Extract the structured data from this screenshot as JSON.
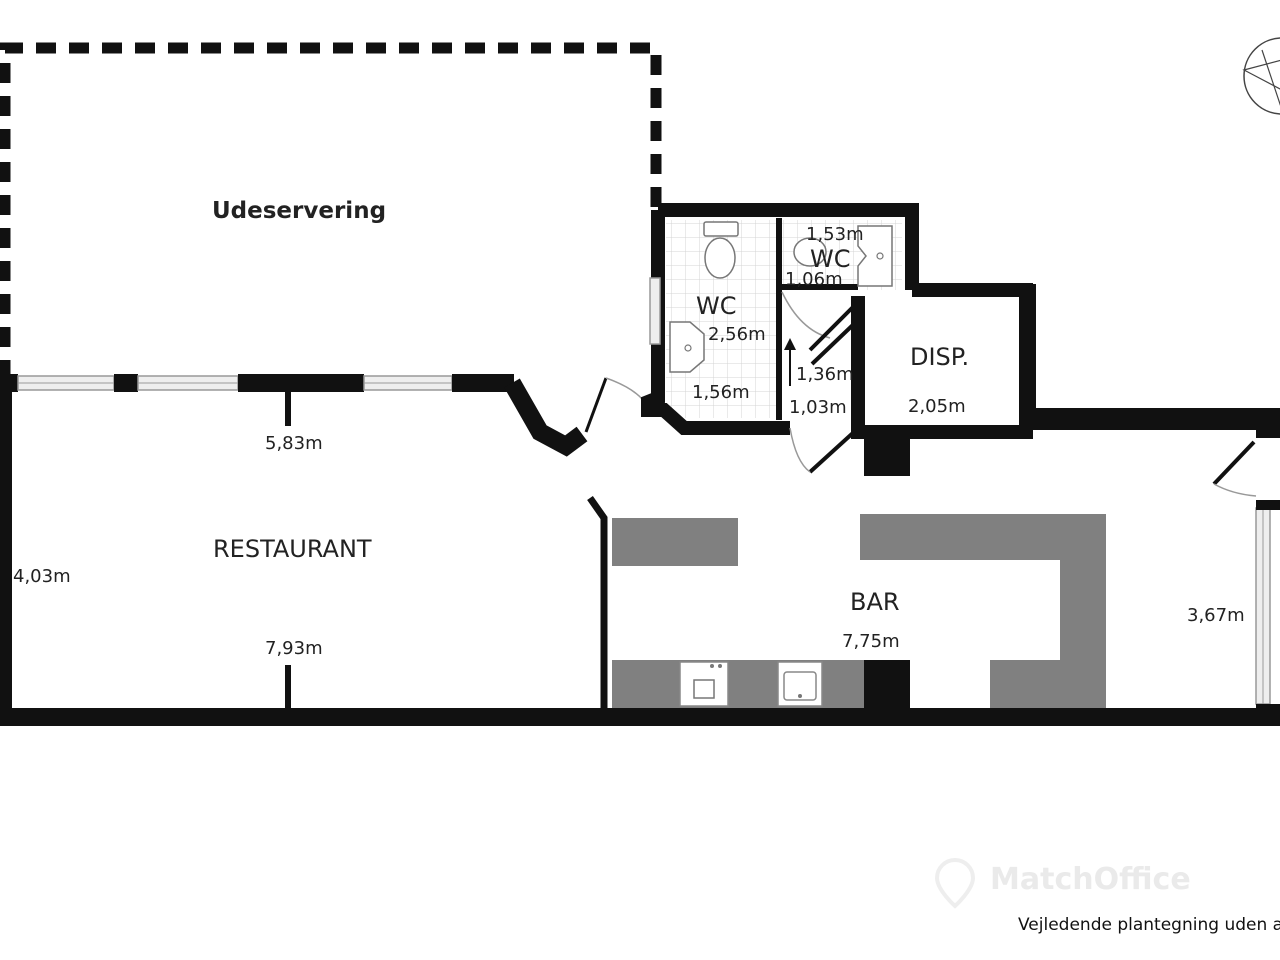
{
  "rooms": {
    "outdoor": "Udeservering",
    "restaurant": "RESTAURANT",
    "bar": "BAR",
    "wc1": "WC",
    "wc2": "WC",
    "disp": "DISP."
  },
  "dimensions": {
    "restaurant_top": "5,83m",
    "restaurant_bottom": "7,93m",
    "restaurant_side": "4,03m",
    "bar_width": "7,75m",
    "bar_side": "3,67m",
    "wc1_a": "2,56m",
    "wc1_b": "1,56m",
    "wc2_a": "1,53m",
    "wc2_b": "1,06m",
    "hall_a": "1,36m",
    "hall_b": "1,03m",
    "disp_width": "2,05m"
  },
  "footer_text": "Vejledende plantegning uden a",
  "watermark": "MatchOffice"
}
